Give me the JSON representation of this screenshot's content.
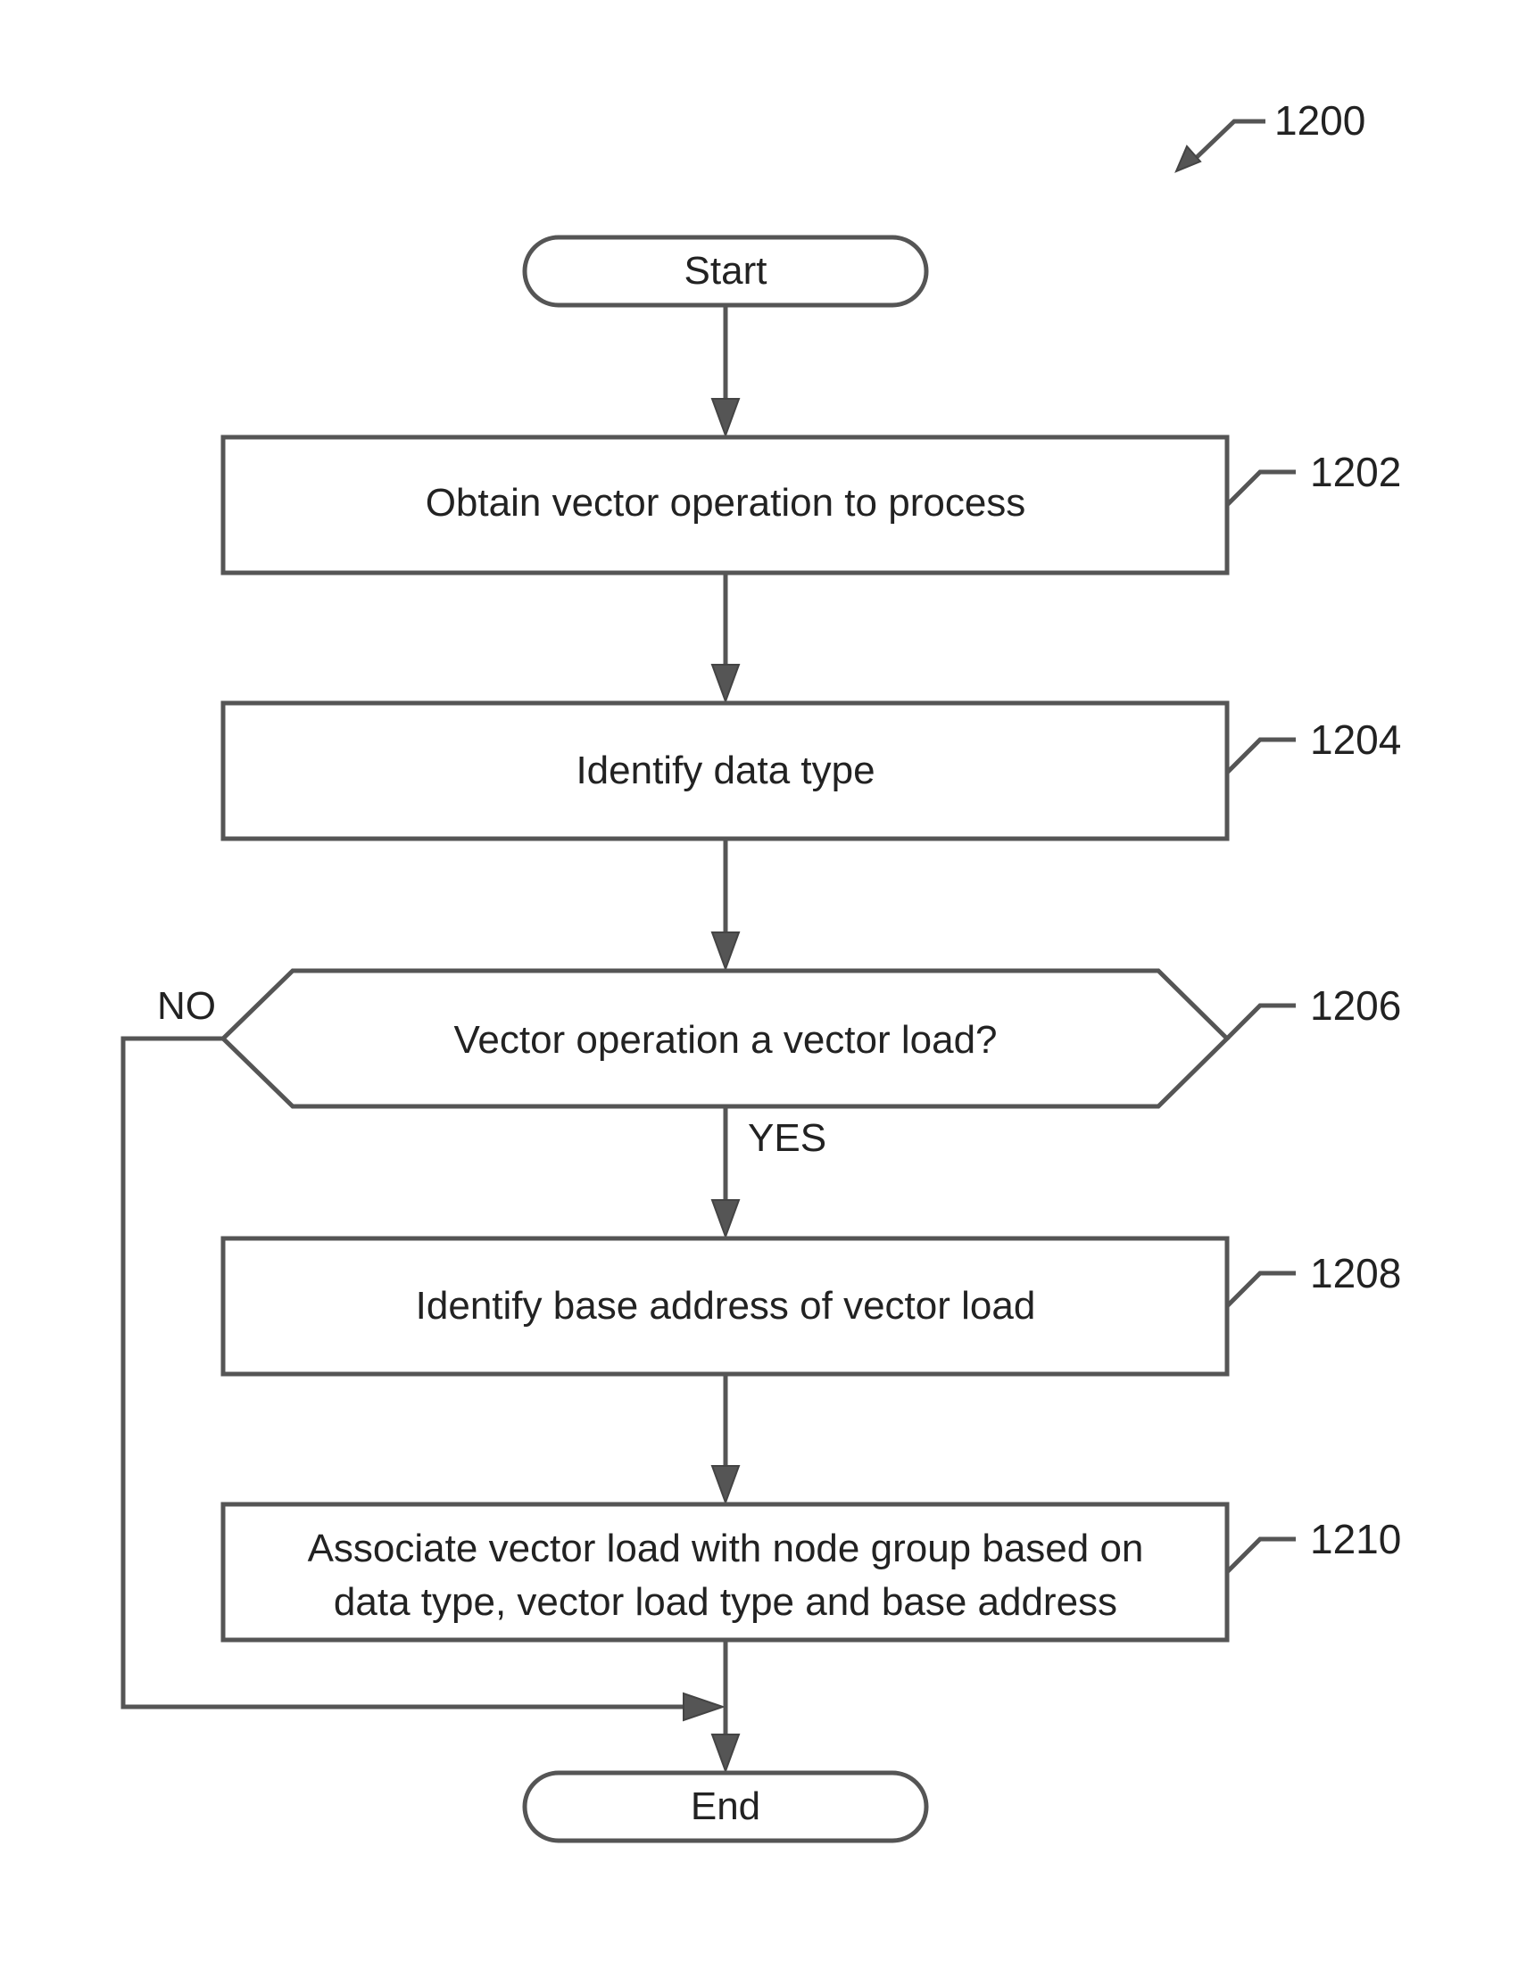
{
  "figure": {
    "ref": "1200"
  },
  "nodes": {
    "start": {
      "label": "Start"
    },
    "step_1202": {
      "ref": "1202",
      "label": "Obtain vector operation to process"
    },
    "step_1204": {
      "ref": "1204",
      "label": "Identify data type"
    },
    "decision_1206": {
      "ref": "1206",
      "label": "Vector operation a vector load?"
    },
    "step_1208": {
      "ref": "1208",
      "label": "Identify base address of vector load"
    },
    "step_1210": {
      "ref": "1210",
      "label_line1": "Associate vector load with node group based on",
      "label_line2": "data type, vector load type and base address"
    },
    "end": {
      "label": "End"
    }
  },
  "branches": {
    "no": "NO",
    "yes": "YES"
  },
  "colors": {
    "stroke": "#555555",
    "text": "#222222",
    "background": "#ffffff"
  }
}
